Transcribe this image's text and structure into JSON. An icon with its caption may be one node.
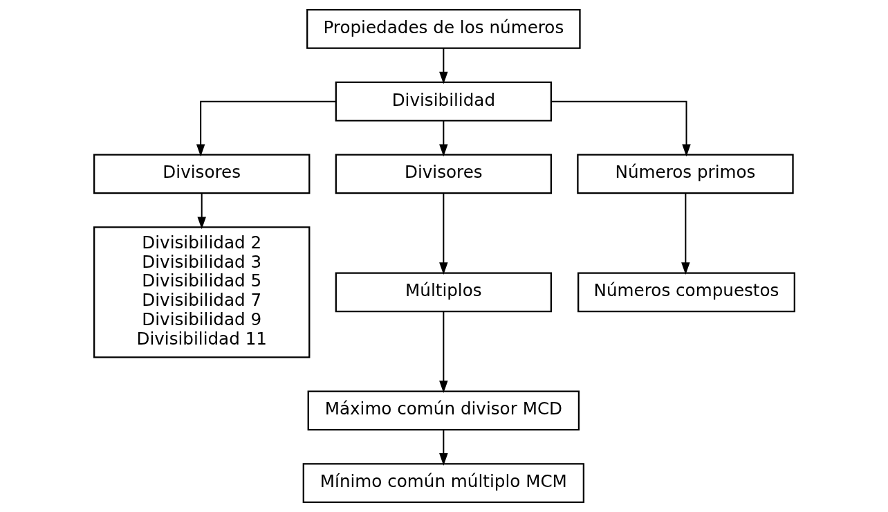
{
  "diagram": {
    "nodes": [
      {
        "text": [
          "Propiedades de los números"
        ]
      },
      {
        "text": [
          "Divisibilidad"
        ]
      },
      {
        "text": [
          "Divisores"
        ]
      },
      {
        "text": [
          "Divisores"
        ]
      },
      {
        "text": [
          "Números primos"
        ]
      },
      {
        "text": [
          "Divisibilidad 2",
          "Divisibilidad 3",
          "Divisibilidad 5",
          "Divisibilidad 7",
          "Divisibilidad 9",
          "Divisibilidad 11"
        ]
      },
      {
        "text": [
          "Múltiplos"
        ]
      },
      {
        "text": [
          "Números compuestos"
        ]
      },
      {
        "text": [
          "Máximo común divisor MCD"
        ]
      },
      {
        "text": [
          "Mínimo común múltiplo MCM"
        ]
      }
    ],
    "edges": [
      {
        "from": 0,
        "to": 1,
        "arrow": "to"
      },
      {
        "from": 1,
        "to": 2,
        "arrow": "to"
      },
      {
        "from": 1,
        "to": 3,
        "arrow": "to"
      },
      {
        "from": 1,
        "to": 4,
        "arrow": "to"
      },
      {
        "from": 2,
        "to": 5,
        "arrow": "to"
      },
      {
        "from": 3,
        "to": 6,
        "arrow": "to"
      },
      {
        "from": 4,
        "to": 7,
        "arrow": "to"
      },
      {
        "from": 6,
        "to": 8,
        "arrow": "to"
      },
      {
        "from": 8,
        "to": 9,
        "arrow": "to"
      }
    ]
  }
}
